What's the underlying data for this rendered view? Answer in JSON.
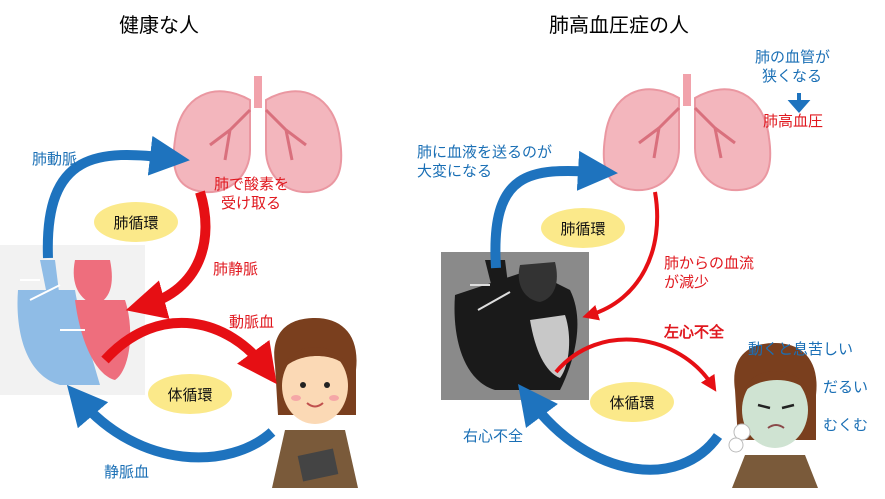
{
  "left_panel": {
    "title": "健康な人",
    "pulmonary_artery": "肺動脈",
    "lung_note": [
      "肺で酸素を",
      "受け取る"
    ],
    "pulmonary_circulation": "肺循環",
    "pulmonary_vein": "肺静脈",
    "arterial_blood": "動脈血",
    "systemic_circulation": "体循環",
    "venous_blood": "静脈血"
  },
  "right_panel": {
    "title": "肺高血圧症の人",
    "vessel_note": [
      "肺の血管が",
      "狭くなる"
    ],
    "result": "肺高血圧",
    "burden_note": [
      "肺に血液を送るのが",
      "大変になる"
    ],
    "pulmonary_circulation": "肺循環",
    "flow_note": [
      "肺からの血流",
      "が減少"
    ],
    "left_failure": "左心不全",
    "systemic_circulation": "体循環",
    "right_failure": "右心不全",
    "symptoms": [
      "動くと息苦しい",
      "だるい",
      "むくむ"
    ]
  },
  "colors": {
    "blue_arrow": "#1e73be",
    "red_arrow": "#e60f14",
    "label_blue": "#1a6fb5",
    "label_red": "#e0181f",
    "lung_pink": "#f3b6bd",
    "bubble_yellow": "#fbe98a"
  }
}
